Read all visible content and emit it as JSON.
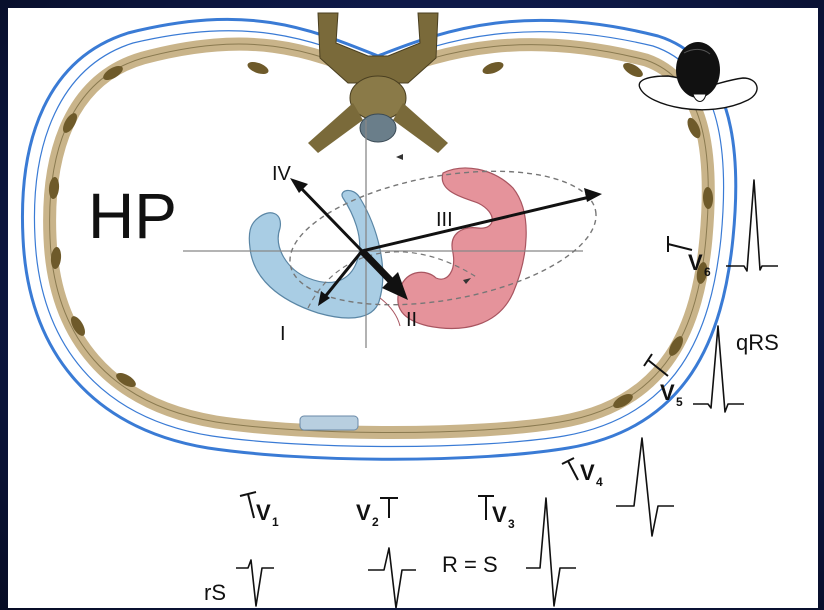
{
  "diagram": {
    "plane_label": "HP",
    "axis_labels": {
      "i": "I",
      "ii": "II",
      "iii": "III",
      "iv": "IV"
    },
    "leads": {
      "v1": {
        "prefix": "V",
        "sub": "1"
      },
      "v2": {
        "prefix": "V",
        "sub": "2"
      },
      "v3": {
        "prefix": "V",
        "sub": "3"
      },
      "v4": {
        "prefix": "V",
        "sub": "4"
      },
      "v5": {
        "prefix": "V",
        "sub": "5"
      },
      "v6": {
        "prefix": "V",
        "sub": "6"
      }
    },
    "complex_labels": {
      "v1": "rS",
      "v3": "R = S",
      "v5": "qRS"
    },
    "colors": {
      "background": "#0e1a4a",
      "outline": "#3a7bd5",
      "rib": "#c9b48a",
      "left_ventricle": "#e5939b",
      "right_ventricle": "#a9cde4",
      "spine": "#7a6a3a"
    },
    "icons": [
      "head-top-view-icon"
    ]
  }
}
